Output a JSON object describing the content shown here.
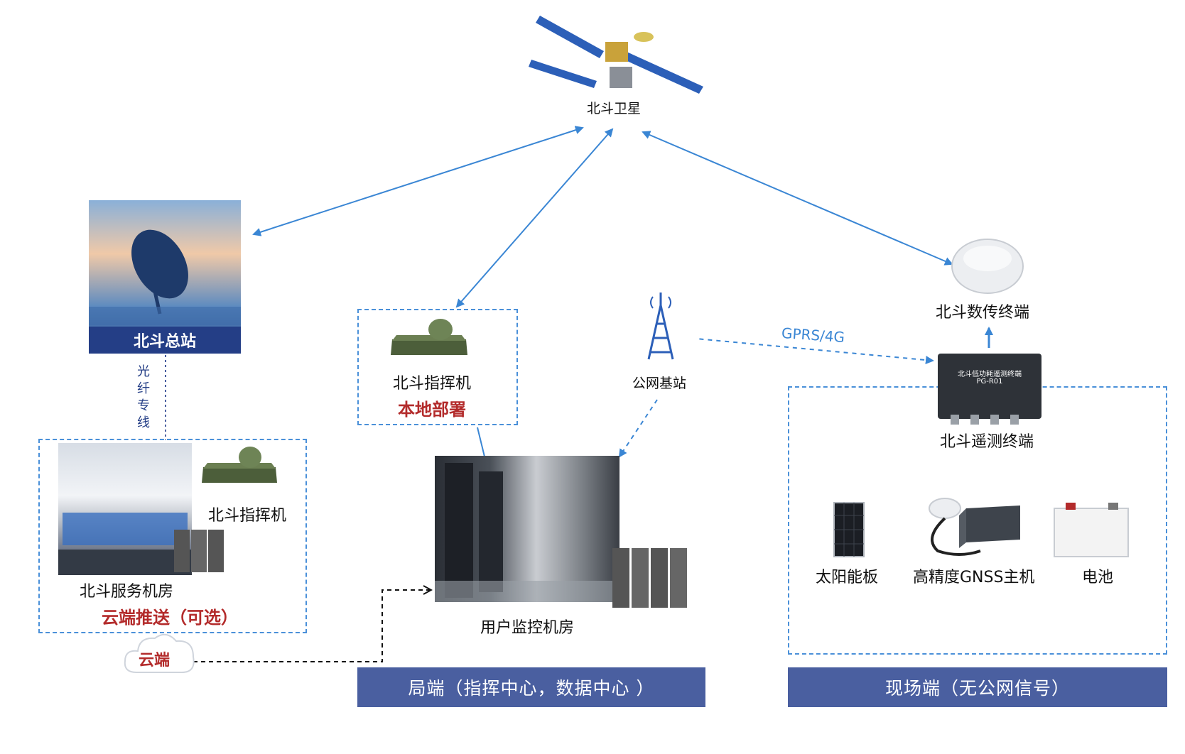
{
  "satellite": {
    "label": "北斗卫星"
  },
  "main_station": {
    "label": "北斗总站"
  },
  "fiber_link": {
    "label": "光纤专线"
  },
  "local_deploy": {
    "device_label": "北斗指挥机",
    "note": "本地部署"
  },
  "service_room": {
    "commander_label": "北斗指挥机",
    "room_label": "北斗服务机房",
    "note": "云端推送（可选）"
  },
  "cloud": {
    "label": "云端"
  },
  "base_station": {
    "label": "公网基站"
  },
  "gprs_link": {
    "label": "GPRS/4G"
  },
  "user_room": {
    "label": "用户监控机房"
  },
  "field": {
    "data_terminal_label": "北斗数传终端",
    "telemetry_label": "北斗遥测终端",
    "device_text_line1": "北斗低功耗遥测终端",
    "device_text_line2": "PG-R01",
    "solar_label": "太阳能板",
    "gnss_label": "高精度GNSS主机",
    "battery_label": "电池"
  },
  "banners": {
    "office": "局端（指挥中心，数据中心 ）",
    "field": "现场端（无公网信号）"
  },
  "colors": {
    "link": "#3a86d4",
    "banner": "#4a5fa0",
    "highlight": "#b32b2b"
  }
}
